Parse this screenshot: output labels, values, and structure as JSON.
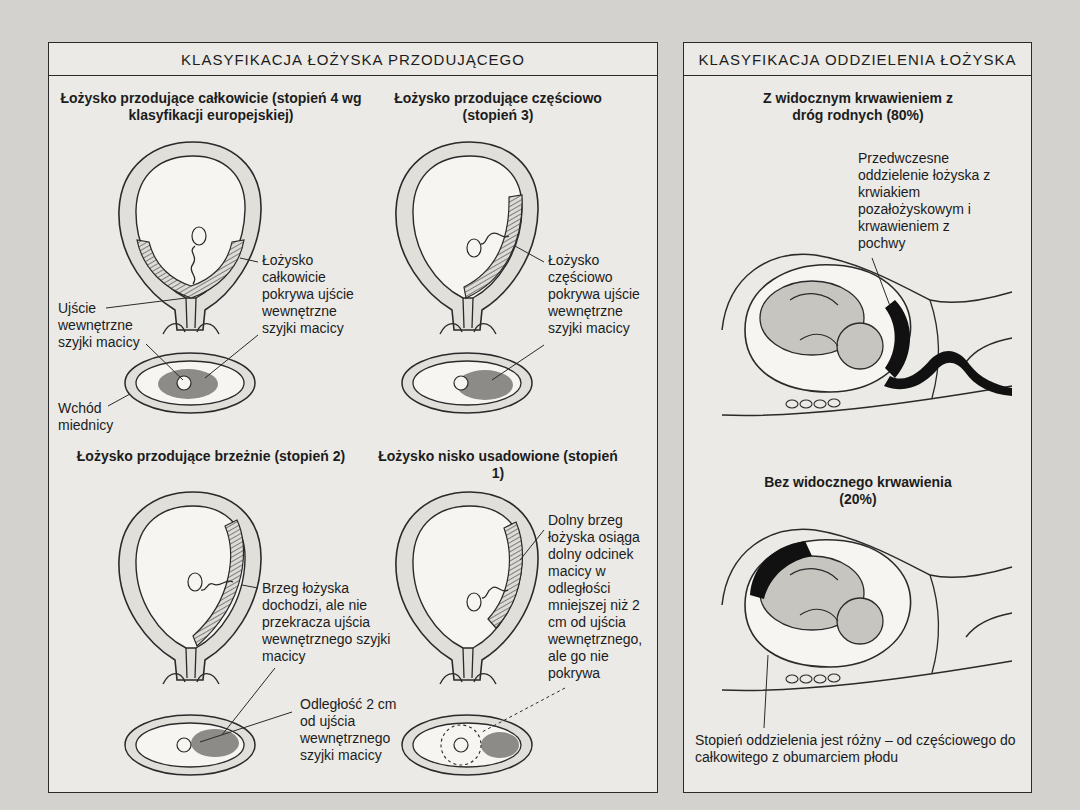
{
  "diagram": {
    "nodes": [
      {
        "text": [
          "KLASYFIKACJA ŁOŻYSKA PRZODUJĄCEGO"
        ]
      },
      {
        "text": [
          "KLASYFIKACJA ODDZIELENIA ŁOŻYSKA"
        ]
      }
    ],
    "labels": [
      "Łożysko przodujące całkowicie (stopień 4 wg klasyfikacji europejskiej)",
      "Łożysko przodujące częściowo (stopień 3)",
      "Łożysko całkowicie pokrywa ujście wewnętrzne szyjki macicy",
      "Ujście wewnętrzne szyjki macicy",
      "Wchód miednicy",
      "Łożysko częściowo pokrywa ujście wewnętrzne szyjki macicy",
      "Łożysko przodujące brzeżnie (stopień 2)",
      "Łożysko nisko usadowione (stopień 1)",
      "Brzeg łożyska dochodzi, ale nie przekracza ujścia wewnętrznego szyjki macicy",
      "Dolny brzeg łożyska osiąga dolny odcinek macicy w odległości mniejszej niż 2 cm od ujścia wewnętrznego, ale go nie pokrywa",
      "Odległość 2 cm od ujścia wewnętrznego szyjki macicy",
      "Z widocznym krwawieniem z dróg rodnych (80%)",
      "Przedwczesne oddzielenie łożyska z krwiakiem pozałożyskowym i krwawieniem z pochwy",
      "Bez widocznego krwawienia (20%)",
      "Stopień oddzielenia jest różny – od częściowego do całkowitego z obumarciem płodu"
    ]
  }
}
